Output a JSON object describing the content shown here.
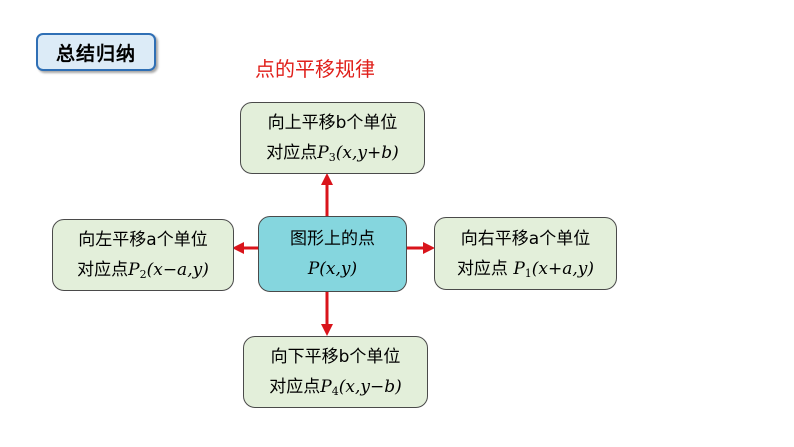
{
  "badge": "总结归纳",
  "heading": "点的平移规律",
  "center": {
    "line1": "图形上的点",
    "point": "P",
    "coords": "(x,y)"
  },
  "up": {
    "line1": "向上平移b个单位",
    "prefix": "对应点",
    "point": "P",
    "sub": "3",
    "coords": "(x,y+b)"
  },
  "left": {
    "line1": "向左平移a个单位",
    "prefix": "对应点",
    "point": "P",
    "sub": "2",
    "coords": "(x−a,y)"
  },
  "right": {
    "line1": "向右平移a个单位",
    "prefix": "对应点 ",
    "point": "P",
    "sub": "1",
    "coords": "(x+a,y)"
  },
  "down": {
    "line1": "向下平移b个单位",
    "prefix": "对应点",
    "point": "P",
    "sub": "4",
    "coords": "(x,y−b)"
  },
  "colors": {
    "arrow": "#d9141b",
    "heading": "#e0201b",
    "box_green": "#e3efda",
    "box_center": "#85d6de",
    "badge_border": "#2f6fb5"
  }
}
